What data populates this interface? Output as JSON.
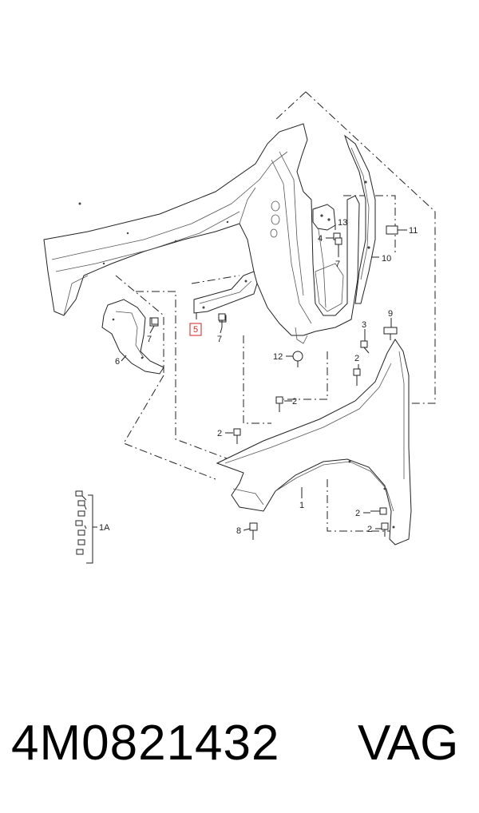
{
  "diagram": {
    "callouts": {
      "c1": "1",
      "c1a": "1A",
      "c2a": "2",
      "c2b": "2",
      "c2c": "2",
      "c2d": "2",
      "c2e": "2",
      "c3": "3",
      "c4": "4",
      "c5": "5",
      "c6": "6",
      "c7a": "7",
      "c7b": "7",
      "c7c": "7",
      "c8": "8",
      "c9": "9",
      "c10": "10",
      "c11": "11",
      "c12": "12",
      "c13": "13"
    },
    "highlight_color": "#d22222"
  },
  "footer": {
    "part_number": "4M0821432",
    "brand": "VAG"
  }
}
